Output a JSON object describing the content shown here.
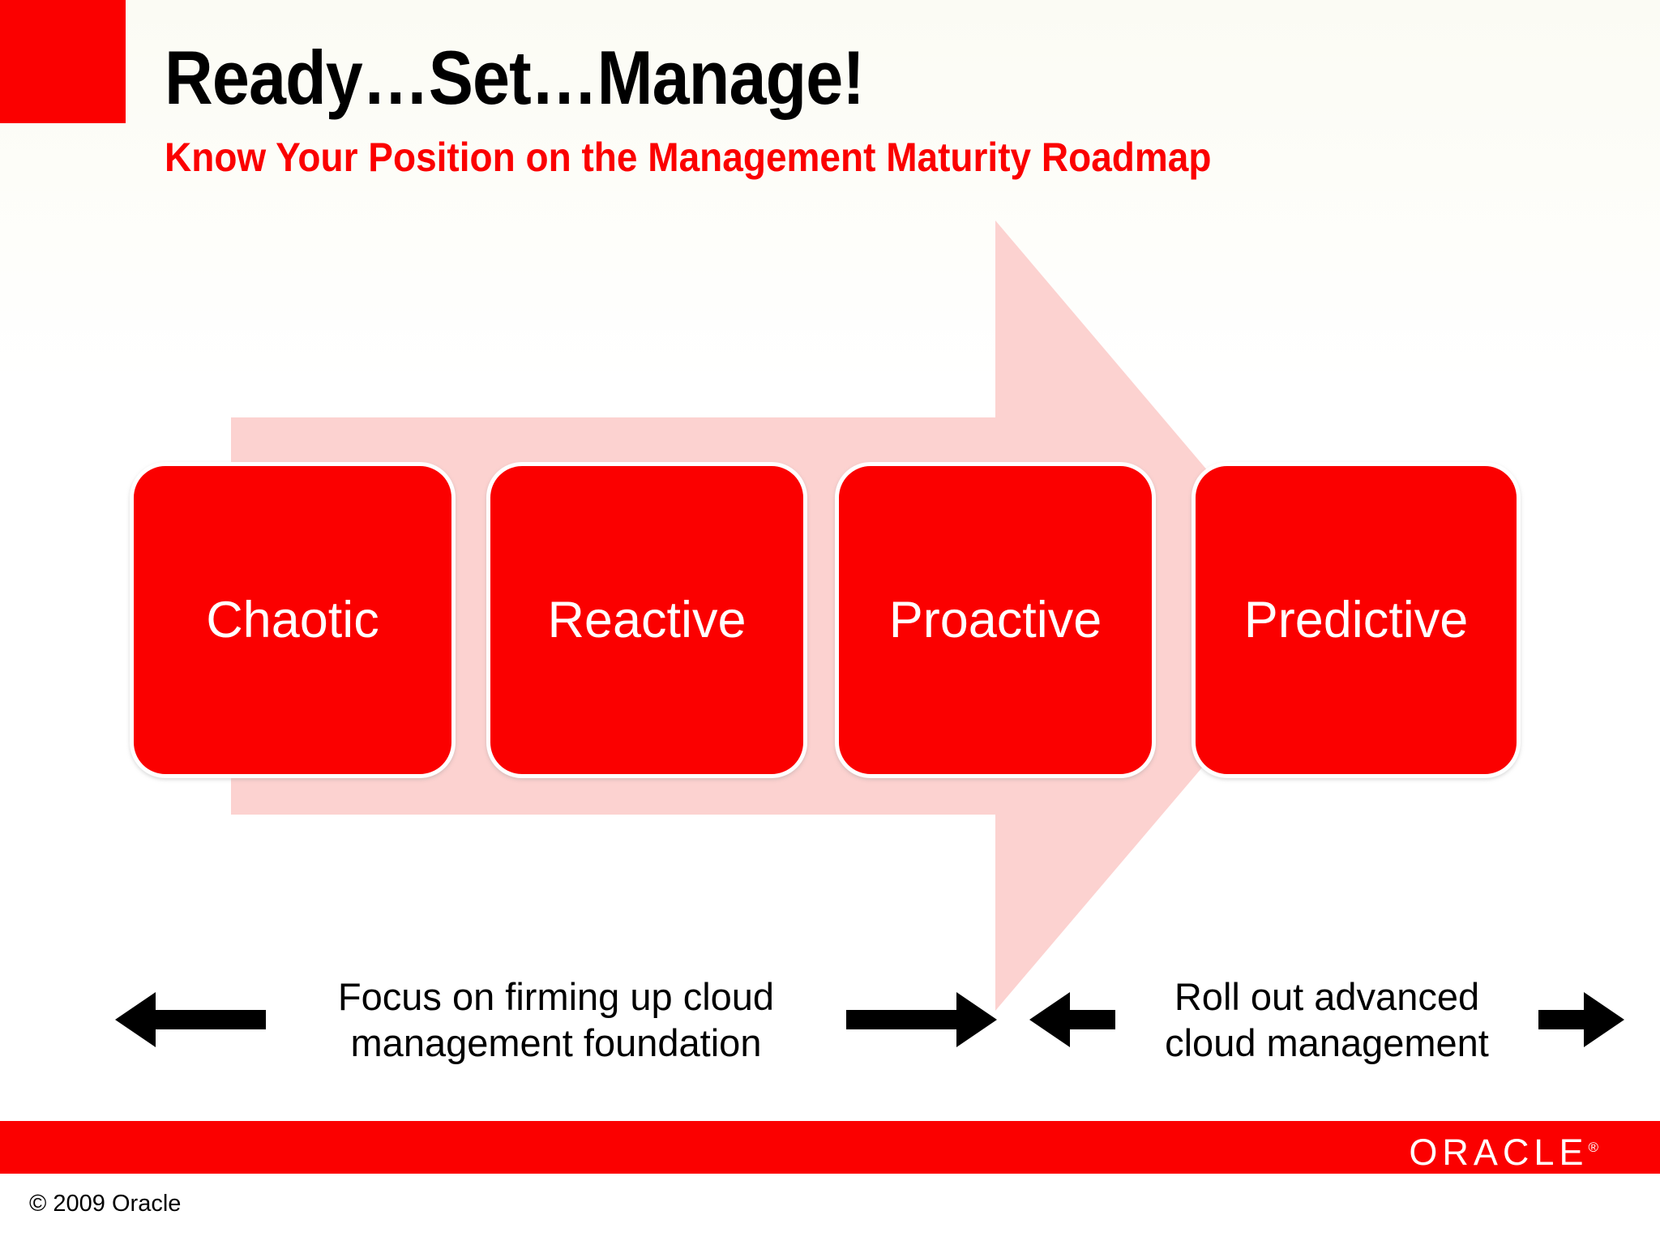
{
  "slide": {
    "title": "Ready…Set…Manage!",
    "subtitle": "Know Your Position on the Management Maturity Roadmap"
  },
  "colors": {
    "oracle_red": "#fb0000",
    "arrow_pink": "#fcd2d0",
    "box_fill": "#fb0000",
    "box_border": "#ffffff",
    "box_text": "#ffffff",
    "title_text": "#000000",
    "subtitle_text": "#fb0000",
    "background": "#ffffff"
  },
  "roadmap": {
    "arrow_direction": "right",
    "stages": [
      {
        "label": "Chaotic"
      },
      {
        "label": "Reactive"
      },
      {
        "label": "Proactive"
      },
      {
        "label": "Predictive"
      }
    ]
  },
  "annotations": [
    {
      "text": "Focus on firming up cloud\nmanagement foundation",
      "left_arrow": "arrow-left-icon",
      "right_arrow": "arrow-right-icon",
      "covers_stages": [
        "Chaotic",
        "Reactive",
        "Proactive"
      ]
    },
    {
      "text": "Roll out advanced\ncloud management",
      "left_arrow": "arrow-left-icon",
      "right_arrow": "arrow-right-icon",
      "covers_stages": [
        "Predictive"
      ]
    }
  ],
  "footer": {
    "logo": "ORACLE",
    "registered_mark": "®",
    "copyright": "© 2009 Oracle"
  }
}
